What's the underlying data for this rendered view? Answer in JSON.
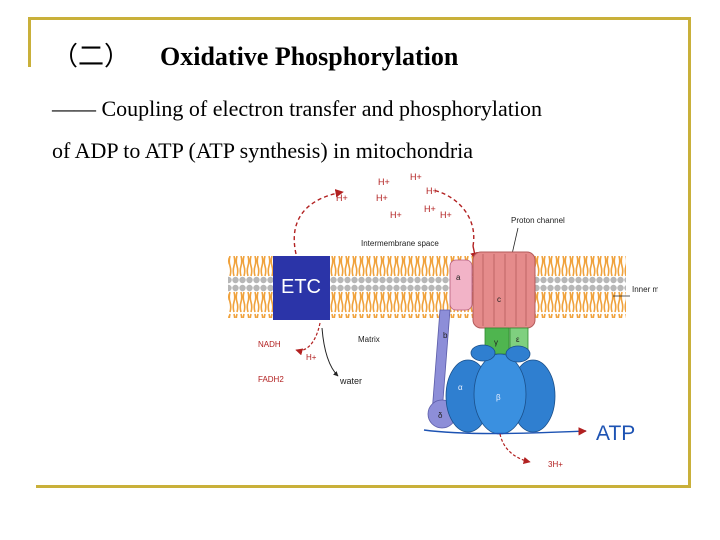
{
  "slide": {
    "title_number": "（二）",
    "title": "Oxidative Phosphorylation",
    "subtitle_line1": "—— Coupling of electron transfer and phosphorylation",
    "subtitle_line2": "of ADP to ATP (ATP synthesis) in mitochondria"
  },
  "diagram": {
    "etc_label": "ETC",
    "atp_label": "ATP",
    "intermembrane_label": "Intermembrane space",
    "proton_channel_label": "Proton channel",
    "inner_membrane_label": "Inner mitochondrial membrane",
    "matrix_label": "Matrix",
    "nadh_label": "NADH",
    "fadh2_label": "FADH2",
    "water_label": "water",
    "h_plus_label": "H+",
    "three_h_label": "3H+",
    "subunit_a": "a",
    "subunit_c": "c",
    "subunit_b": "b",
    "subunit_gamma": "γ",
    "subunit_epsilon": "ε",
    "subunit_delta": "δ",
    "subunit_alpha": "α",
    "subunit_beta": "β",
    "colors": {
      "etc_box": "#2b34a8",
      "membrane_orange": "#f0a23c",
      "membrane_gray": "#b7b7b7",
      "f0_ring": "#e58b8b",
      "f1_head": "#2f7fd0",
      "stalk_green": "#4fb54f",
      "stator": "#8d8ed8",
      "arrow_red": "#b22020",
      "atp_text": "#1d53b3",
      "frame": "#c9b03a"
    }
  }
}
